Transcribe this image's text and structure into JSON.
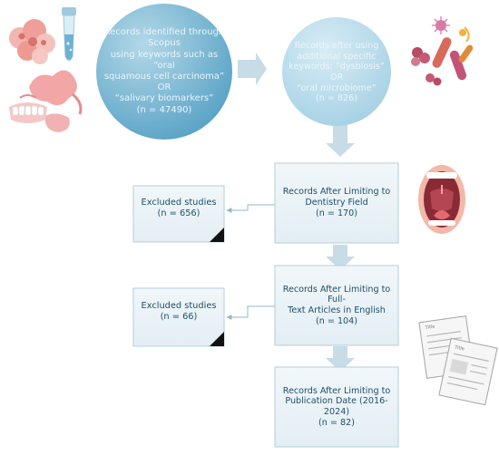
{
  "colors": {
    "circle_fill": "#8fc3da",
    "circle_dark": "#4f98be",
    "box_fill": "#ecf4f8",
    "box_stroke": "#b6cdd8",
    "arrow": "#c7dce6",
    "connector": "#8fb7cc"
  },
  "flowchart": {
    "start": {
      "lines": [
        "Records identified through",
        "Scopus",
        "using keywords such as “oral",
        "squamous cell carcinoma” OR",
        "“salivary biomarkers”",
        "(n = 47490)"
      ]
    },
    "second": {
      "lines": [
        "Records after using",
        "additional specific",
        "keywords: “dysbiosis” OR",
        "“oral microbiome”",
        "(n = 826)"
      ]
    },
    "steps": [
      {
        "lines": [
          "Records After Limiting to",
          "Dentistry Field",
          "(n = 170)"
        ]
      },
      {
        "lines": [
          "Records After Limiting to Full-",
          "Text Articles in English",
          "(n = 104)"
        ]
      },
      {
        "lines": [
          "Records After Limiting to",
          "Publication Date (2016-2024)",
          "(n = 82)"
        ]
      }
    ],
    "excluded": [
      {
        "lines": [
          "Excluded studies",
          "(n = 656)"
        ]
      },
      {
        "lines": [
          "Excluded studies",
          "(n = 66)"
        ]
      }
    ]
  },
  "illustrations": {
    "top_left": [
      "tissue-cells-icon",
      "test-tube-icon",
      "salivary-gland-icon",
      "teeth-icon"
    ],
    "top_right": "bacteria-icon",
    "middle_right": "open-mouth-icon",
    "bottom_right": "articles-icon",
    "doc_title": "Title"
  }
}
